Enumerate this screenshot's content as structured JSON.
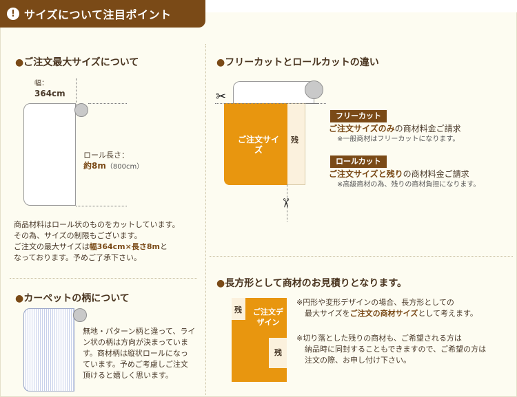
{
  "title": "サイズについて注目ポイント",
  "sec_max": {
    "heading": "ご注文最大サイズについて",
    "width_label": "幅：",
    "width_value": "364cm",
    "length_label": "ロール長さ：",
    "length_value": "約8m",
    "length_note": "（800cm）",
    "body": [
      "商品材料はロール状のものをカットしています。",
      "その為、サイズの制限もございます。",
      "ご注文の最大サイズは",
      "幅364cm×長さ8m",
      "と",
      "なっております。予めご了承下さい。"
    ]
  },
  "sec_cut": {
    "heading": "フリーカットとロールカットの違い",
    "order_size_label": "ご注文サイズ",
    "remain_label": "残",
    "free_cut": {
      "badge": "フリーカット",
      "desc_strong": "ご注文サイズのみ",
      "desc_rest": "の商材料金ご請求",
      "note": "※一般商材はフリーカットになります。"
    },
    "roll_cut": {
      "badge": "ロールカット",
      "desc_strong": "ご注文サイズと残り",
      "desc_rest": "の商材料金ご請求",
      "note": "※高級商材の為、残りの商材負担になります。"
    }
  },
  "sec_pattern": {
    "heading": "カーペットの柄について",
    "body": [
      "無地・パターン柄と違って、ライ",
      "ン状の柄は方向が決まっていま",
      "す。商材柄は縦状ロールになっ",
      "ています。予めご考慮しご注文",
      "頂けると嬉しく思います。"
    ]
  },
  "sec_rect": {
    "heading": "長方形として商材のお見積りとなります。",
    "order_size_label": "ご注文デザイン",
    "remain_label": "残",
    "note1_a": "※円形や変形デザインの場合、長方形としての",
    "note1_b_pre": "最大サイズを",
    "note1_b_strong": "ご注文の商材サイズ",
    "note1_b_post": "として考えます。",
    "note2_a": "※切り落とした残りの商材も、ご希望される方は",
    "note2_b": "納品時に同封することもできますので、ご希望の方は",
    "note2_c": "注文の際、お申し付け下さい。"
  },
  "colors": {
    "brown": "#7a4a17",
    "orange": "#e8960f",
    "cream": "#fbf1dd",
    "panel": "#fdfcf1"
  },
  "icons": [
    "exclamation-icon",
    "scissors-icon",
    "bullet-dot-icon"
  ]
}
